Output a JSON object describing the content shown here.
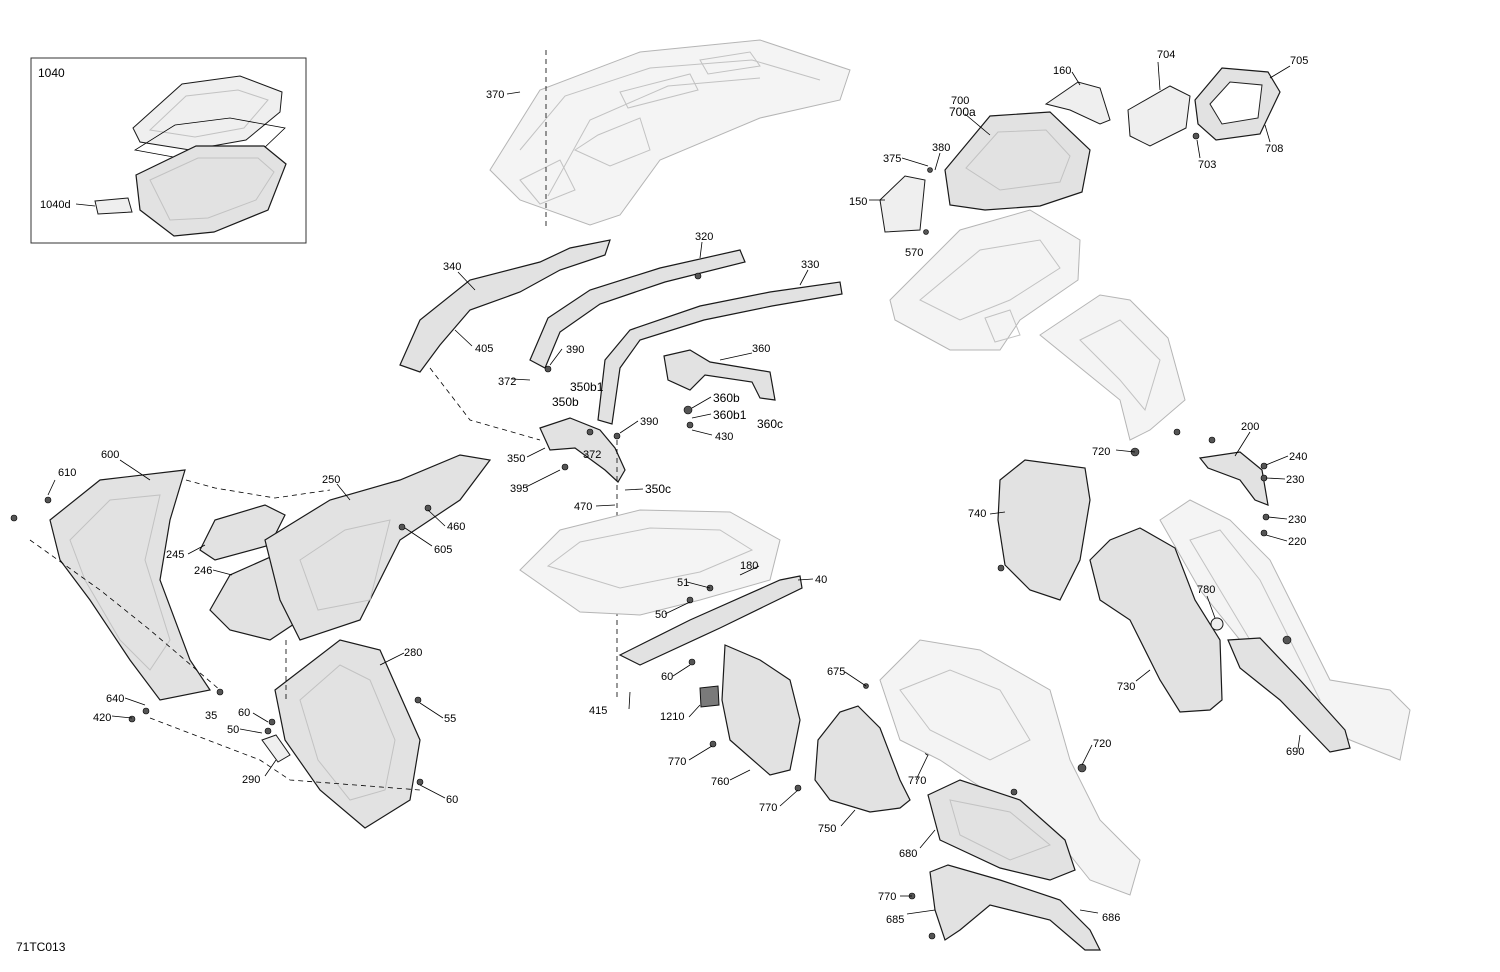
{
  "drawing_id": "71TC013",
  "inset": {
    "label": "1040",
    "sub_label": "1040d"
  },
  "callouts": {
    "c370": "370",
    "c160": "160",
    "c704": "704",
    "c705": "705",
    "c700": "700",
    "c700a": "700a",
    "c375": "375",
    "c380": "380",
    "c703": "703",
    "c708": "708",
    "c150": "150",
    "c570": "570",
    "c320": "320",
    "c330": "330",
    "c340": "340",
    "c405": "405",
    "c390a": "390",
    "c372a": "372",
    "c360": "360",
    "c350b1": "350b1",
    "c350b": "350b",
    "c360b": "360b",
    "c360b1": "360b1",
    "c360c": "360c",
    "c390b": "390",
    "c430": "430",
    "c350": "350",
    "c372b": "372",
    "c395": "395",
    "c350c": "350c",
    "c470": "470",
    "c600": "600",
    "c610": "610",
    "c250": "250",
    "c460": "460",
    "c605": "605",
    "c245": "245",
    "c246": "246",
    "c180": "180",
    "c40": "40",
    "c51": "51",
    "c50a": "50",
    "c280": "280",
    "c60a": "60",
    "c415": "415",
    "c1210": "1210",
    "c640": "640",
    "c420": "420",
    "c35": "35",
    "c60b": "60",
    "c50b": "50",
    "c55": "55",
    "c290": "290",
    "c60c": "60",
    "c675": "675",
    "c770a": "770",
    "c760": "760",
    "c770b": "770",
    "c750": "750",
    "c770c": "770",
    "c720a": "720",
    "c720b": "720",
    "c200": "200",
    "c240": "240",
    "c230a": "230",
    "c230b": "230",
    "c220": "220",
    "c740": "740",
    "c780": "780",
    "c730": "730",
    "c690": "690",
    "c680": "680",
    "c770d": "770",
    "c685": "685",
    "c686": "686"
  }
}
